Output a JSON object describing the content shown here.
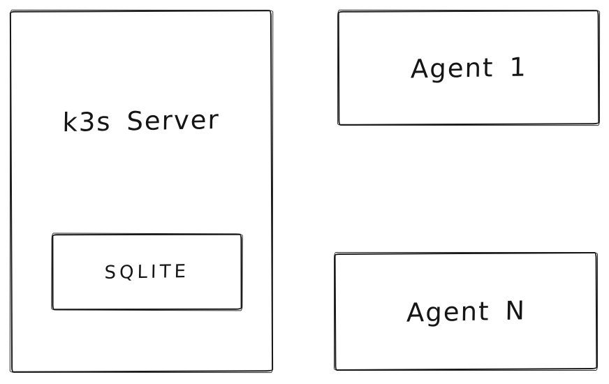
{
  "diagram": {
    "description": "Hand-drawn architecture sketch of a k3s cluster",
    "nodes": {
      "k3s_server": {
        "label": "k3s Server"
      },
      "sqlite": {
        "label": "SQLITE"
      },
      "agent_1": {
        "label": "Agent 1"
      },
      "agent_n": {
        "label": "Agent N"
      }
    },
    "colors": {
      "stroke": "#1a1a1a",
      "background": "#ffffff",
      "text": "#151515"
    }
  }
}
